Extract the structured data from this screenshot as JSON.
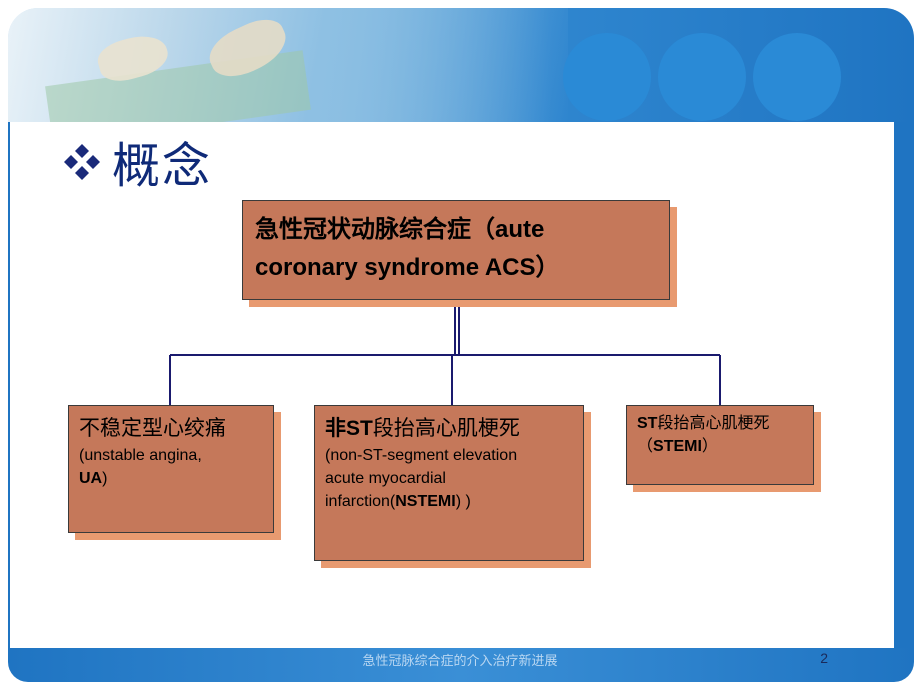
{
  "slide": {
    "title": "概念",
    "footer_text": "急性冠脉综合症的介入治疗新进展",
    "page_number": "2"
  },
  "diagram": {
    "root": {
      "line1": "急性冠状动脉综合症（aute",
      "line2": "coronary syndrome  ACS）"
    },
    "children": [
      {
        "id": "ua",
        "heading": "不稳定型心绞痛",
        "line1": "(unstable angina,",
        "abbr": "UA",
        "line2_suffix": ")"
      },
      {
        "id": "nstemi",
        "heading_bold": "非ST",
        "heading_rest": "段抬高心肌梗死",
        "line1": "(non-ST-segment elevation",
        "line2": "acute myocardial",
        "line3_prefix": "infarction(",
        "abbr": "NSTEMI",
        "line3_suffix": ") )"
      },
      {
        "id": "stemi",
        "heading_bold": "ST",
        "heading_rest": "段抬高心肌梗死",
        "line1_prefix": "（",
        "abbr": "STEMI",
        "line1_suffix": "）"
      }
    ]
  },
  "colors": {
    "box_fill": "#c5785a",
    "box_shadow": "#e89a70",
    "connector": "#1a1a6e",
    "title": "#0f2a78",
    "band": "#1f74c2"
  },
  "icons": {
    "bullet": "diamond-cluster-icon"
  }
}
